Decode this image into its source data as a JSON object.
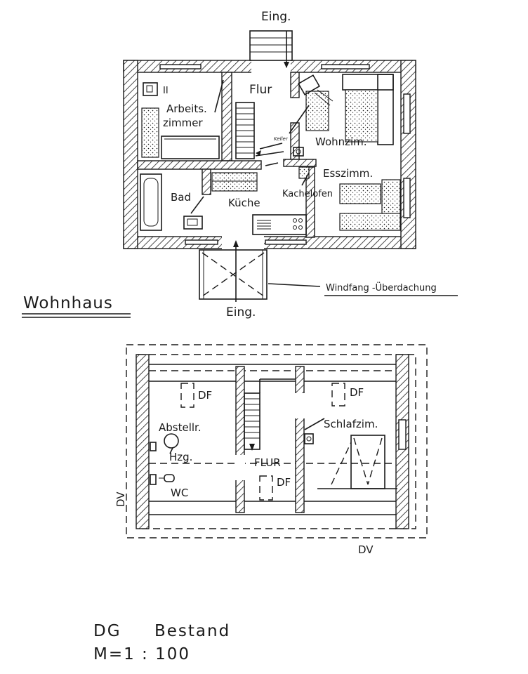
{
  "ground_floor": {
    "entrance_top": "Eing.",
    "entrance_bottom": "Eing.",
    "rooms": {
      "flur": "Flur",
      "arbeitszimmer_line1": "Arbeits.",
      "arbeitszimmer_line2": "zimmer",
      "wohnzimmer": "Wohnzim.",
      "esszimmer": "Esszimm.",
      "bad": "Bad",
      "kueche": "Küche",
      "kachelofen": "Kachelofen",
      "keller": "Keller",
      "cabinet_mark": "II"
    },
    "windfang": "Windfang -Überdachung",
    "title": "Wohnhaus"
  },
  "attic_floor": {
    "rooms": {
      "df_left": "DF",
      "df_right": "DF",
      "df_center": "DF",
      "abstellraum": "Abstellr.",
      "heizung": "Hzg.",
      "wc": "WC",
      "flur": "FLUR",
      "schlafzimmer": "Schlafzim."
    },
    "dv_left": "DV",
    "dv_bottom": "DV"
  },
  "footer": {
    "line1_a": "DG",
    "line1_b": "Bestand",
    "line2": "M=1 : 100"
  }
}
